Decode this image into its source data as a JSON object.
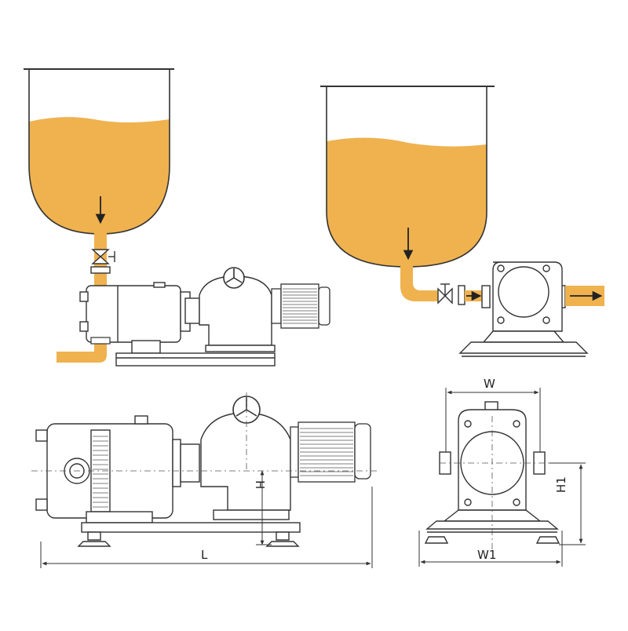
{
  "colors": {
    "fluid": "#efb24f",
    "line": "#3a3a3a",
    "metal": "#f4f4f4",
    "arrow": "#222222"
  },
  "dimensions": {
    "length": "L",
    "height": "H",
    "width": "W",
    "base_width": "W1",
    "shaft_height": "H1"
  },
  "views": [
    {
      "name": "installation-side-inlet",
      "parts": [
        "tank",
        "valve",
        "pump-head",
        "gearbox",
        "handwheel",
        "motor",
        "base",
        "outlet-pipe"
      ]
    },
    {
      "name": "installation-front-inlet",
      "parts": [
        "tank",
        "valve",
        "pump-front",
        "outlet-pipe"
      ]
    },
    {
      "name": "side-elevation-dimensions",
      "parts": [
        "pump-head",
        "gearbox",
        "handwheel",
        "motor",
        "base",
        "feet"
      ]
    },
    {
      "name": "front-elevation-dimensions",
      "parts": [
        "pump-front",
        "base",
        "feet"
      ]
    }
  ]
}
